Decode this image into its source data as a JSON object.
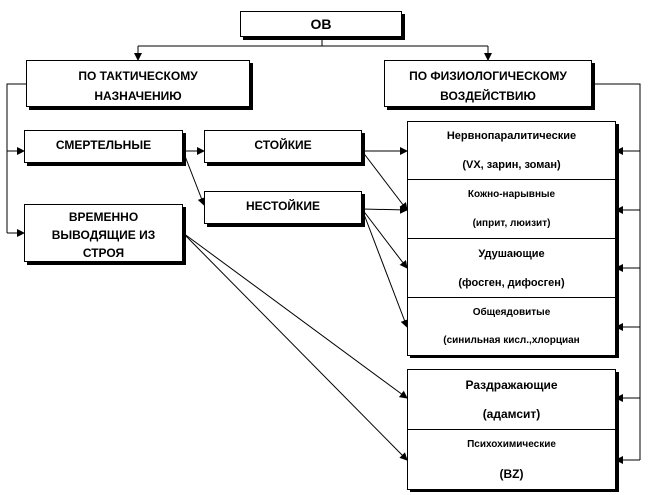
{
  "root": {
    "label": "ОВ"
  },
  "tactical": {
    "title": "ПО ТАКТИЧЕСКОМУ НАЗНАЧЕНИЮ",
    "lethal": "СМЕРТЕЛЬНЫЕ",
    "temporary": "ВРЕМЕННО ВЫВОДЯЩИЕ ИЗ СТРОЯ"
  },
  "persistence": {
    "persistent": "СТОЙКИЕ",
    "nonpersistent": "НЕСТОЙКИЕ"
  },
  "physiological": {
    "title": "ПО ФИЗИОЛОГИЧЕСКОМУ ВОЗДЕЙСТВИЮ"
  },
  "lethal_group": [
    {
      "name": "Нервнопаралитические",
      "examples": "(VX, зарин, зоман)"
    },
    {
      "name": "Кожно-нарывные",
      "examples": "(иприт, люизит)"
    },
    {
      "name": "Удушающие",
      "examples": "(фосген, дифосген)"
    },
    {
      "name": "Общеядовитые",
      "examples": "(синильная кисл.,хлорциан"
    }
  ],
  "temporary_group": [
    {
      "name": "Раздражающие",
      "examples": "(адамсит)"
    },
    {
      "name": "Психохимические",
      "examples": "(BZ)"
    }
  ]
}
